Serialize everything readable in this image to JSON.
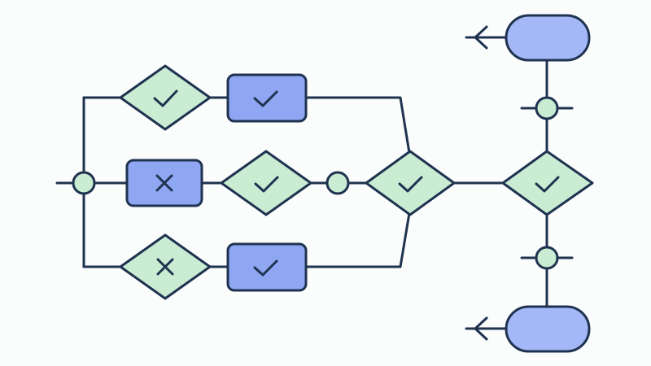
{
  "colors": {
    "background": "#fbfcfc",
    "stroke": "#1f3350",
    "green_fill": "#c9ecd3",
    "blue_fill": "#8fa7f2",
    "terminal_fill": "#a4b8f7"
  },
  "diagram": {
    "type": "flowchart",
    "nodes": [
      {
        "id": "split-junction",
        "shape": "circle",
        "fill": "green",
        "icon": "none"
      },
      {
        "id": "top-decision",
        "shape": "diamond",
        "fill": "green",
        "icon": "check-icon"
      },
      {
        "id": "top-process",
        "shape": "rounded-rect",
        "fill": "blue",
        "icon": "check-icon"
      },
      {
        "id": "middle-process",
        "shape": "rounded-rect",
        "fill": "blue",
        "icon": "cross-icon"
      },
      {
        "id": "middle-decision",
        "shape": "diamond",
        "fill": "green",
        "icon": "check-icon"
      },
      {
        "id": "middle-junction",
        "shape": "circle",
        "fill": "green",
        "icon": "none"
      },
      {
        "id": "merge-decision",
        "shape": "diamond",
        "fill": "green",
        "icon": "check-icon"
      },
      {
        "id": "bottom-decision",
        "shape": "diamond",
        "fill": "green",
        "icon": "cross-icon"
      },
      {
        "id": "bottom-process",
        "shape": "rounded-rect",
        "fill": "blue",
        "icon": "check-icon"
      },
      {
        "id": "final-decision",
        "shape": "diamond",
        "fill": "green",
        "icon": "check-icon"
      },
      {
        "id": "upper-junction",
        "shape": "circle",
        "fill": "green",
        "icon": "none"
      },
      {
        "id": "lower-junction",
        "shape": "circle",
        "fill": "green",
        "icon": "none"
      },
      {
        "id": "top-terminal",
        "shape": "pill",
        "fill": "terminal",
        "icon": "none"
      },
      {
        "id": "bottom-terminal",
        "shape": "pill",
        "fill": "terminal",
        "icon": "none"
      }
    ],
    "edges": [
      {
        "from": "split-junction",
        "to": "top-decision"
      },
      {
        "from": "top-decision",
        "to": "top-process"
      },
      {
        "from": "top-process",
        "to": "merge-decision"
      },
      {
        "from": "split-junction",
        "to": "middle-process"
      },
      {
        "from": "middle-process",
        "to": "middle-decision"
      },
      {
        "from": "middle-decision",
        "to": "middle-junction"
      },
      {
        "from": "middle-junction",
        "to": "merge-decision"
      },
      {
        "from": "split-junction",
        "to": "bottom-decision"
      },
      {
        "from": "bottom-decision",
        "to": "bottom-process"
      },
      {
        "from": "bottom-process",
        "to": "merge-decision"
      },
      {
        "from": "merge-decision",
        "to": "final-decision"
      },
      {
        "from": "final-decision",
        "to": "upper-junction"
      },
      {
        "from": "upper-junction",
        "to": "top-terminal"
      },
      {
        "from": "final-decision",
        "to": "lower-junction"
      },
      {
        "from": "lower-junction",
        "to": "bottom-terminal"
      }
    ],
    "outputs": [
      {
        "from": "top-terminal",
        "direction": "left"
      },
      {
        "from": "bottom-terminal",
        "direction": "left"
      }
    ]
  }
}
